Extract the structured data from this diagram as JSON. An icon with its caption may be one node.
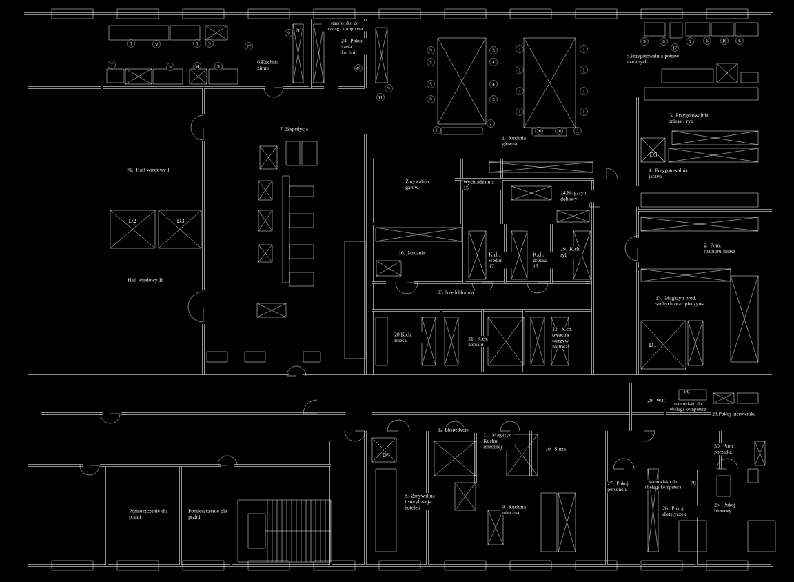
{
  "diagram": {
    "labels": [
      "6.Kuchnia zimna",
      "24. Pokoj szefa kuchni",
      "7 Ekspedycja",
      "31. Hall windowy I",
      "Hall windowy II",
      "1. Kuchnia glowna",
      "5.Przygotowalnia potraw macznych",
      "3. Przygotowalnia miesa i ryb",
      "4. Przygotowalnia jarzyn",
      "Zmywalnia garow",
      "Wychladzalnia 15.",
      "14.Magazyn dobowy",
      "16. Mroznia",
      "K.ch. wedlin 17.",
      "K.ch. drobiu 18.",
      "19. K.ch ryb",
      "2. Pom. rozbioru miesa",
      "23.Przedchlodnia",
      "13. Magazyn prod. suchych oraz pieczywa",
      "20.K.ch. miesa",
      "21. K.ch. nabialu",
      "22. K.ch. owocow warzyw nietrwal.",
      "29. W.C.",
      "28.Pokoj kierownika",
      "12 Ekspedycja",
      "11. Magazyn Kuchni mlecznej",
      "10. Sluza",
      "30. Pom. porzadk.",
      "8. Zmywalnia i sterylizacja butelek",
      "9. Kuchnia mleczna",
      "27. Pokoj personelu",
      "26. Pokoj dietetyczek",
      "25. Pokoj biurowy",
      "Pomieszczenie dla pralni",
      "Pomieszczenie dla pralni",
      "D2",
      "D3",
      "D1",
      "D4",
      "D5",
      "PC",
      "PC",
      "PC",
      "stanowisko do obsługi komputera",
      "stanowisko do obsługi komputera",
      "stanowisko do obsługi komputera",
      "9",
      "9",
      "9",
      "9",
      "27",
      "7",
      "9",
      "34",
      "9",
      "9",
      "49",
      "9",
      "11",
      "9",
      "5",
      "5",
      "9",
      "3",
      "4",
      "4",
      "3",
      "2",
      "6",
      "1",
      "1",
      "1",
      "1",
      "1",
      "1",
      "1",
      "1",
      "26",
      "26",
      "2",
      "9",
      "6",
      "17",
      "9",
      "6",
      "16",
      "6"
    ]
  }
}
